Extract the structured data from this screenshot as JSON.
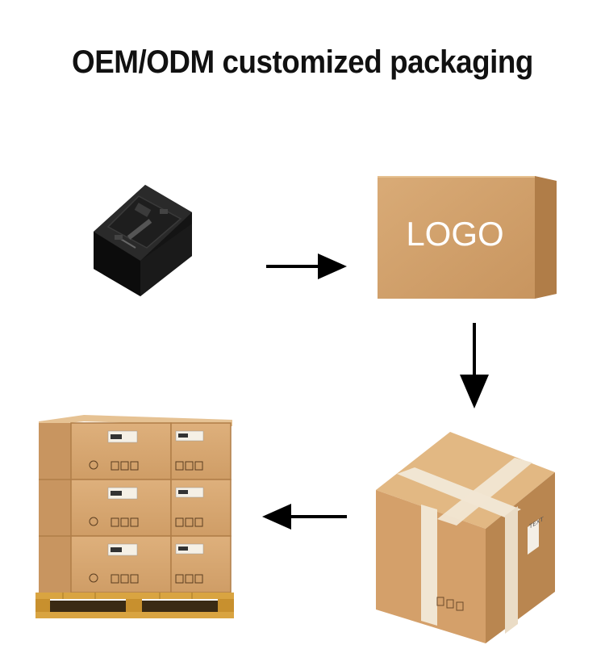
{
  "title": "OEM/ODM customized packaging",
  "logo_box": {
    "label": "LOGO"
  },
  "box_label": "TEXT",
  "colors": {
    "cardboard": "#d2a26c",
    "cardboard_dark": "#b98650",
    "tape": "#efe3cf",
    "device": "#1c1c1c",
    "pallet_wood": "#d9a441",
    "arrow": "#000000"
  },
  "icons": [
    "device-icon",
    "arrow-right-icon",
    "arrow-down-icon",
    "arrow-left-icon",
    "shipping-box-icon",
    "pallet-icon"
  ]
}
